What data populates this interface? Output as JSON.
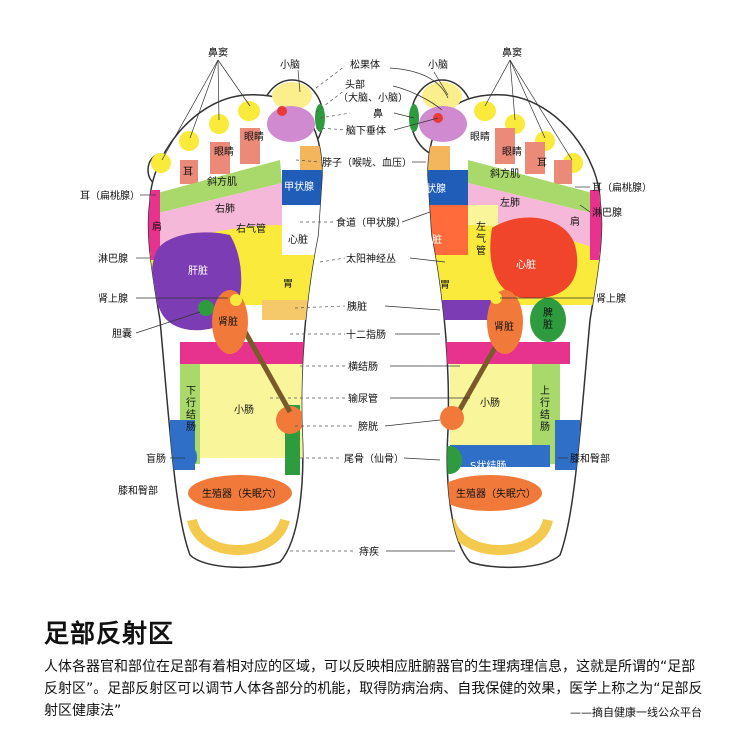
{
  "labels": {
    "nose_sinus": "鼻窦",
    "small_brain": "小脑",
    "pineal": "松果体",
    "head": "头部",
    "head_sub": "（大脑、小脑）",
    "nose": "鼻",
    "pituitary": "脑下垂体",
    "neck": "脖子（喉咙、血压）",
    "ear_tonsil": "耳（扁桃腺）",
    "esophagus": "食道（甲状腺）",
    "lymph": "淋巴腺",
    "solar_plexus": "太阳神经丛",
    "adrenal": "肾上腺",
    "pancreas": "胰脏",
    "gallbladder": "胆囊",
    "duodenum": "十二指肠",
    "transverse_colon": "横结肠",
    "ureter": "输尿管",
    "bladder": "膀胱",
    "cecum": "盲肠",
    "coccyx": "尾骨（仙骨）",
    "knee_hip": "膝和臀部",
    "hemorrhoids": "痔疾"
  },
  "organs": {
    "ear": "耳",
    "eye": "眼睛",
    "trapezius": "斜方肌",
    "right_lung": "右肺",
    "left_lung": "左肺",
    "shoulder": "肩",
    "bronchus_right": "右气管",
    "bronchus_left": "左气管",
    "thyroid": "甲状腺",
    "heart": "心脏",
    "liver": "肝脏",
    "stomach": "胃",
    "kidney": "肾脏",
    "spleen": "脾脏",
    "descending_colon": "下行结肠",
    "ascending_colon": "上行结肠",
    "small_intestine": "小肠",
    "sigmoid_colon": "S状结肠",
    "reproductive": "生殖器（失眠穴）"
  },
  "caption": {
    "title": "足部反射区",
    "body": "人体各器官和部位在足部有着相对应的区域，可以反映相应脏腑器官的生理病理信息，这就是所谓的“足部反射区”。足部反射区可以调节人体各部分的机能，取得防病治病、自我保健的效果，医学上称之为“足部反射区健康法”",
    "source": "——摘自健康一线公众平台"
  }
}
